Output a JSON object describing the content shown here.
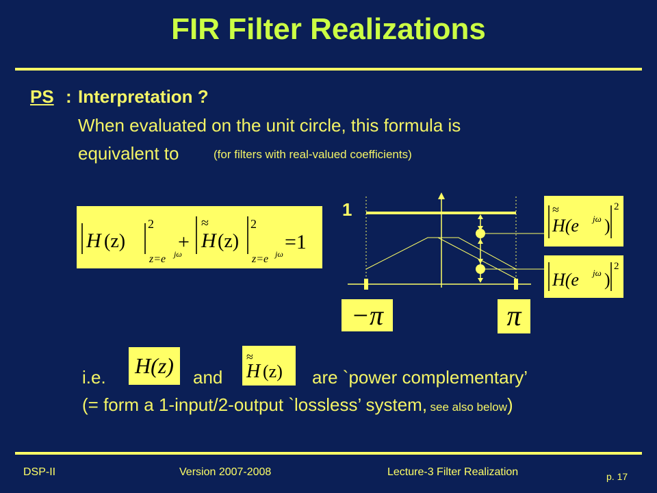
{
  "slide": {
    "title": "FIR Filter Realizations",
    "ps_label": "PS",
    "colon": ":",
    "heading": "Interpretation ?",
    "line1": "When evaluated on the unit circle, this formula is",
    "line2_main": "equivalent to",
    "line2_note": "(for filters with real-valued coefficients)",
    "ie": "i.e.",
    "and": "and",
    "are_text": "are `power complementary’",
    "line_last_main": "(= form a 1-input/2-output `lossless’ system,",
    "line_last_note": "see also below",
    "line_last_close": ")"
  },
  "formula": {
    "H": "H",
    "z": "(z)",
    "sub": "z=e",
    "sup_exp": "jω",
    "square": "2",
    "plus": "+",
    "equals": "=1",
    "tilde": "≈"
  },
  "graph": {
    "one_label": "1",
    "minus_pi": "−π",
    "pi": "π",
    "H_e_jw": "H(e",
    "jw": "jω",
    "close": ")",
    "square": "2",
    "Hz": "H(z)"
  },
  "footer": {
    "left": "DSP-II",
    "version": "Version 2007-2008",
    "lecture": "Lecture-3  Filter Realization",
    "page": "p. 17"
  },
  "colors": {
    "background": "#0b1f56",
    "title": "#ccff44",
    "text": "#f4f466",
    "box": "#ffff66"
  }
}
